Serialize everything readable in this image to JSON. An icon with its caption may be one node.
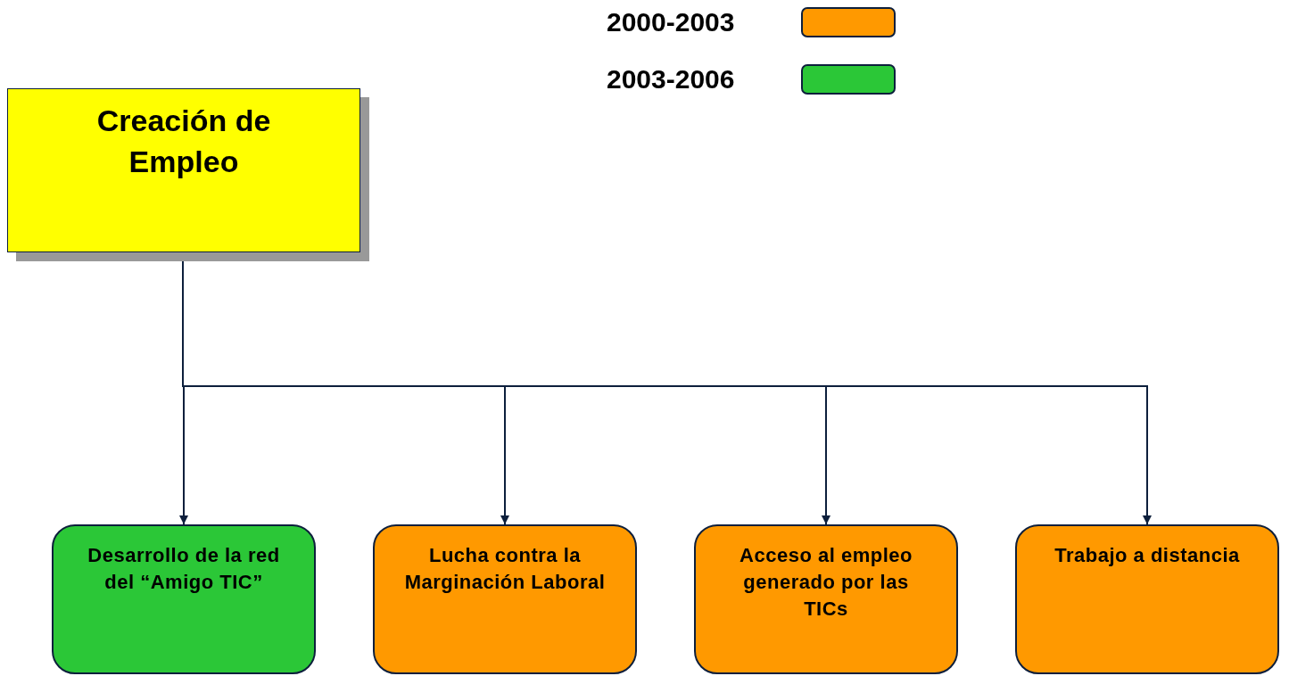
{
  "diagram": {
    "nodes": [
      {
        "text": [
          "Creación de Empleo"
        ]
      },
      {
        "text": [
          "Desarrollo de la red del “Amigo TIC”"
        ]
      },
      {
        "text": [
          "Lucha contra la Marginación Laboral"
        ]
      },
      {
        "text": [
          "Acceso al empleo generado por las TICs"
        ]
      },
      {
        "text": [
          "Trabajo a distancia"
        ]
      }
    ],
    "edges": [
      {
        "from": 0,
        "to": 1,
        "arrow": "to"
      },
      {
        "from": 0,
        "to": 2,
        "arrow": "to"
      },
      {
        "from": 0,
        "to": 3,
        "arrow": "to"
      },
      {
        "from": 0,
        "to": 4,
        "arrow": "to"
      }
    ],
    "legend": [
      {
        "text": "2000-2003",
        "color": "#ff9900"
      },
      {
        "text": "2003-2006",
        "color": "#2bc737"
      }
    ]
  }
}
